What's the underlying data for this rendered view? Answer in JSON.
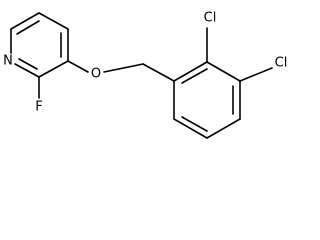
{
  "molecule": {
    "atoms": {
      "nitrogen": "N",
      "fluorine": "F",
      "oxygen": "O",
      "chlorine_top": "Cl",
      "chlorine_right": "Cl"
    },
    "colors": {
      "bond": "#000000",
      "label": "#000000",
      "background": "#ffffff"
    }
  }
}
